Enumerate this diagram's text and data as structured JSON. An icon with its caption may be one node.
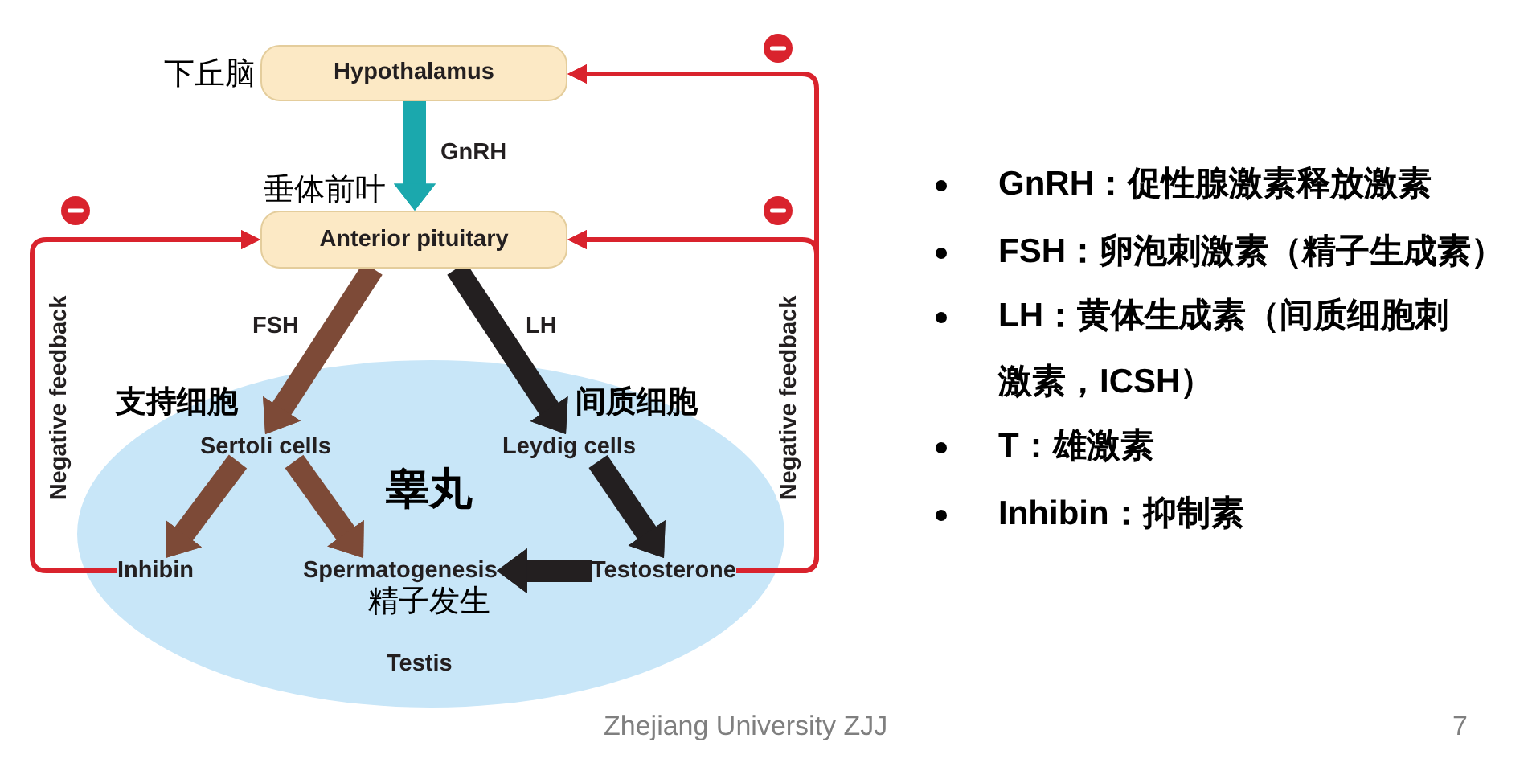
{
  "diagram": {
    "nodes": [
      {
        "text": [
          "Hypothalamus"
        ],
        "beside": [
          "下丘脑"
        ]
      },
      {
        "text": [
          "Anterior pituitary"
        ],
        "beside": [
          "垂体前叶"
        ]
      },
      {
        "text": [
          "睾丸",
          "Testis"
        ]
      },
      {
        "text": [
          "Sertoli cells"
        ],
        "beside": [
          "支持细胞"
        ],
        "in": 2
      },
      {
        "text": [
          "Leydig cells"
        ],
        "beside": [
          "间质细胞"
        ],
        "in": 2
      },
      {
        "text": [
          "Inhibin"
        ],
        "in": 2
      },
      {
        "text": [
          "Spermatogenesis"
        ],
        "beside": [
          "精子发生"
        ],
        "in": 2
      },
      {
        "text": [
          "Testosterone"
        ],
        "in": 2
      }
    ],
    "edges": [
      {
        "from": 0,
        "to": 1,
        "arrow": "to",
        "label": "GnRH",
        "color": "#1ba8ad"
      },
      {
        "from": 1,
        "to": 3,
        "arrow": "to",
        "label": "FSH",
        "color": "#7d4a37"
      },
      {
        "from": 1,
        "to": 4,
        "arrow": "to",
        "label": "LH",
        "color": "#231f20"
      },
      {
        "from": 3,
        "to": 5,
        "arrow": "to",
        "color": "#7d4a37"
      },
      {
        "from": 3,
        "to": 6,
        "arrow": "to",
        "color": "#7d4a37"
      },
      {
        "from": 4,
        "to": 7,
        "arrow": "to",
        "color": "#231f20"
      },
      {
        "from": 7,
        "to": 6,
        "arrow": "to",
        "color": "#231f20"
      },
      {
        "from": 5,
        "to": 1,
        "arrow": "to",
        "label": "Negative feedback",
        "color": "#d9232d"
      },
      {
        "from": 7,
        "to": 1,
        "arrow": "to",
        "label": "Negative feedback",
        "color": "#d9232d"
      },
      {
        "from": 7,
        "to": 0,
        "arrow": "to",
        "color": "#d9232d"
      }
    ],
    "labels": [
      "GnRH：促性腺激素释放激素",
      "FSH：卵泡刺激素（精子生成素）",
      "LH：黄体生成素（间质细胞刺激素，ICSH）",
      "T：雄激素",
      "Inhibin：抑制素",
      "Zhejiang University ZJJ",
      "7"
    ]
  }
}
